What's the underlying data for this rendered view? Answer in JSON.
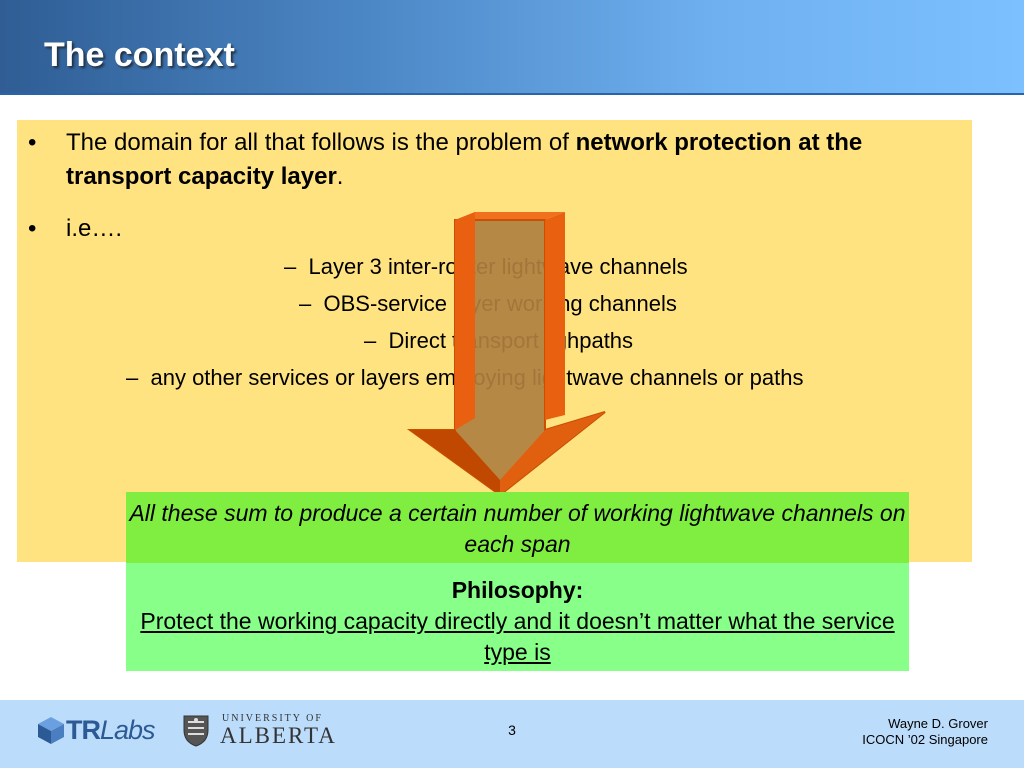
{
  "slide": {
    "title": "The context",
    "bullets": [
      {
        "marker": "•",
        "text_before": "The domain for all that follows is the problem of ",
        "text_bold": "network protection at the transport capacity layer",
        "text_after": "."
      },
      {
        "marker": "•",
        "text": "i.e…."
      }
    ],
    "sub_items": [
      {
        "marker": "–",
        "text": "Layer 3 inter-router lightwave channels"
      },
      {
        "marker": "–",
        "text": "OBS-service layer working channels"
      },
      {
        "marker": "–",
        "text": "Direct transport lighpaths"
      },
      {
        "marker": "–",
        "text": "any other services or layers employing lightwave channels or paths"
      }
    ],
    "sum_box": "All these sum to produce a certain number of working lightwave channels on each span",
    "philosophy": {
      "heading": "Philosophy:",
      "text": "Protect the working capacity directly and it doesn’t matter what the service type is"
    }
  },
  "footer": {
    "logo_tr": "TR",
    "logo_labs": "Labs",
    "university_small": "UNIVERSITY OF",
    "university_big": "ALBERTA",
    "page_number": "3",
    "author": "Wayne D. Grover",
    "event": "ICOCN ’02 Singapore"
  },
  "colors": {
    "header_blue": "#4b86c4",
    "content_box": "#ffe380",
    "sum_box": "#80ee40",
    "philosophy_box": "#88ff88",
    "arrow_fill": "#b08040",
    "arrow_edge": "#e05a00"
  }
}
